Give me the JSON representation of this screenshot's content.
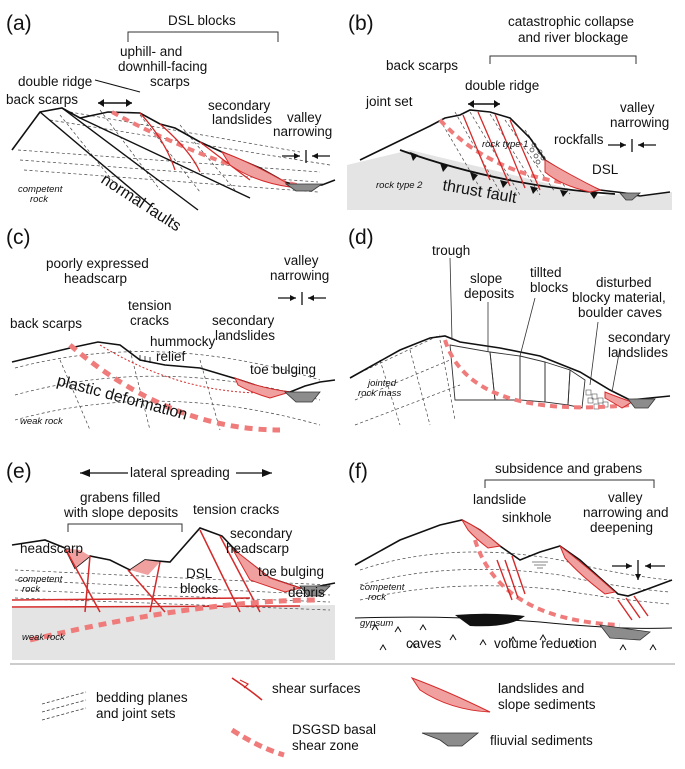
{
  "panels": {
    "a": {
      "letter": "(a)",
      "dsl_blocks": "DSL blocks",
      "double_ridge": "double ridge",
      "uphill_1": "uphill- and",
      "uphill_2": "downhill-facing",
      "uphill_3": "scarps",
      "back_scarps": "back scarps",
      "secondary_1": "secondary",
      "secondary_2": "landslides",
      "valley_1": "valley",
      "valley_2": "narrowing",
      "competent_1": "competent",
      "competent_2": "rock",
      "normal_faults": "normal faults"
    },
    "b": {
      "letter": "(b)",
      "collapse_1": "catastrophic collapse",
      "collapse_2": "and river blockage",
      "back_scarps": "back scarps",
      "double_ridge": "double ridge",
      "joint_set": "joint set",
      "rock_type_1": "rock type 1",
      "rockfalls": "rockfalls",
      "valley_1": "valley",
      "valley_2": "narrowing",
      "dsl": "DSL",
      "rock_type_2": "rock type 2",
      "thrust_fault": "thrust fault"
    },
    "c": {
      "letter": "(c)",
      "headscarp_1": "poorly expressed",
      "headscarp_2": "headscarp",
      "valley_1": "valley",
      "valley_2": "narrowing",
      "tension_1": "tension",
      "tension_2": "cracks",
      "back_scarps": "back scarps",
      "secondary_1": "secondary",
      "secondary_2": "landslides",
      "hummocky_1": "hummocky",
      "hummocky_2": "relief",
      "toe_bulging": "toe bulging",
      "plastic": "plastic deformation",
      "weak_rock": "weak rock"
    },
    "d": {
      "letter": "(d)",
      "trough": "trough",
      "slope_1": "slope",
      "slope_2": "deposits",
      "tilted_1": "tillted",
      "tilted_2": "blocks",
      "disturbed_1": "disturbed",
      "disturbed_2": "blocky material,",
      "disturbed_3": "boulder caves",
      "secondary_1": "secondary",
      "secondary_2": "landslides",
      "jointed_1": "jointed",
      "jointed_2": "rock mass"
    },
    "e": {
      "letter": "(e)",
      "lateral": "lateral spreading",
      "grabens_1": "grabens filled",
      "grabens_2": "with slope deposits",
      "tension": "tension cracks",
      "secondary_1": "secondary",
      "secondary_2": "headscarp",
      "headscarp": "headscarp",
      "dsl": "DSL",
      "blocks": "blocks",
      "toe_bulging": "toe bulging",
      "debris": "debris",
      "competent_1": "competent",
      "competent_2": "rock",
      "weak_rock": "weak rock"
    },
    "f": {
      "letter": "(f)",
      "subsidence": "subsidence and grabens",
      "landslide": "landslide",
      "sinkhole": "sinkhole",
      "valley_1": "valley",
      "valley_2": "narrowing and",
      "valley_3": "deepening",
      "competent_1": "competent",
      "competent_2": "rock",
      "gypsum": "gypsum",
      "caves": "caves",
      "volume": "volume reduction"
    }
  },
  "legend": {
    "bedding_1": "bedding planes",
    "bedding_2": "and joint sets",
    "shear": "shear surfaces",
    "dsgsd_1": "DSGSD basal",
    "dsgsd_2": "shear zone",
    "landslides_1": "landslides and",
    "landslides_2": "slope sediments",
    "fluvial": "fliuvial sediments"
  },
  "colors": {
    "shear_red": "#d42a2a",
    "basal_pink": "#ef7b7b",
    "landslide_fill": "#f1a0a0",
    "fluvial_grey": "#8c8c8c",
    "rock_grey": "#e4e4e4"
  }
}
